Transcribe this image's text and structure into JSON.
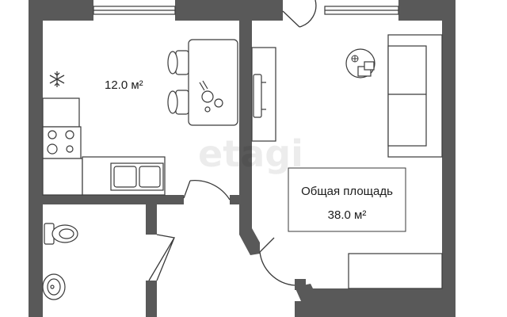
{
  "plan": {
    "watermark": "etagi",
    "rooms": {
      "kitchen": {
        "area_label": "12.0 м²"
      },
      "living_room": {
        "title": "Общая площадь",
        "area_label": "38.0 м²"
      },
      "bathroom": {}
    },
    "icons": {
      "kitchen_ventilation": "snowflake-icon",
      "living_room_decor": "plant-icon"
    },
    "colors": {
      "wall": "#595959",
      "fixture_stroke": "#3a3a3a",
      "background": "#ffffff"
    }
  }
}
